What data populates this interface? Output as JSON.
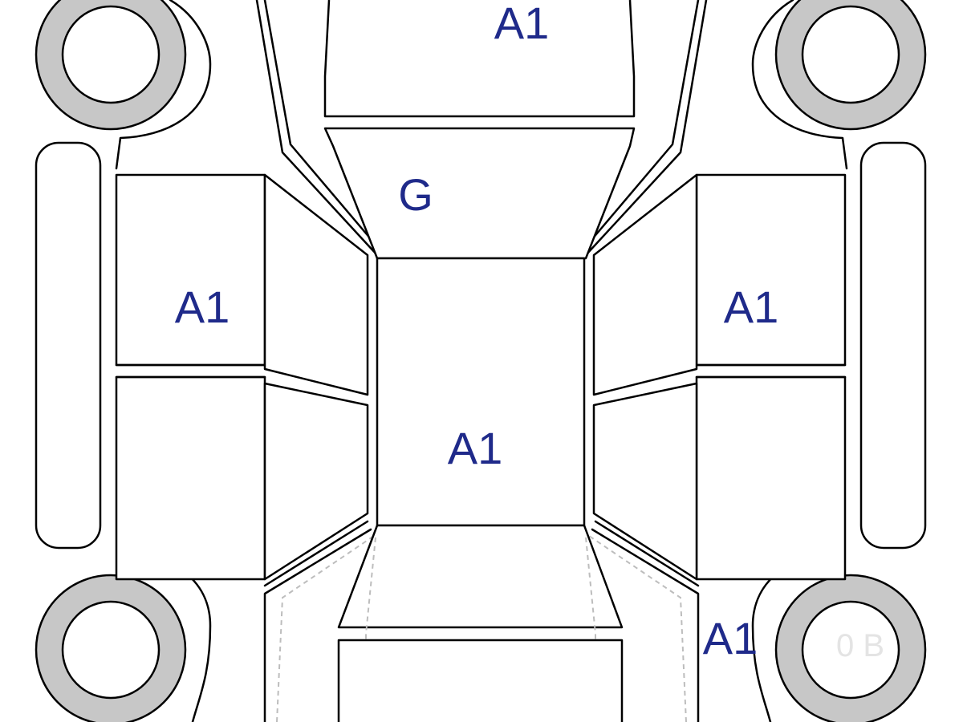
{
  "panels": {
    "bonnet": "A1",
    "windshield": "G",
    "roof": "A1",
    "left_front_door": "A1",
    "right_front_door": "A1",
    "right_rear_quarter": "A1"
  },
  "watermark": "0 B",
  "colors": {
    "label": "#1f2a8a",
    "tire": "#c7c7c7",
    "outline": "#000000"
  }
}
